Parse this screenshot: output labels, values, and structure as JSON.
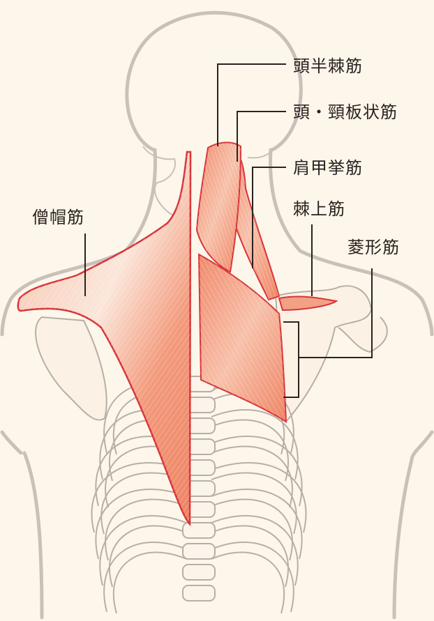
{
  "labels": {
    "semispinalis_capitis": "頭半棘筋",
    "splenius": "頭・頸板状筋",
    "levator_scapulae": "肩甲挙筋",
    "supraspinatus": "棘上筋",
    "rhomboid": "菱形筋",
    "trapezius": "僧帽筋"
  },
  "colors": {
    "background": "#fdf6ea",
    "muscle_fill": "#f3a184",
    "muscle_outline": "#d8343a",
    "body_outline": "#c9c1b9",
    "bone_outline": "#b7afa7",
    "leader_line": "#2a2220"
  }
}
